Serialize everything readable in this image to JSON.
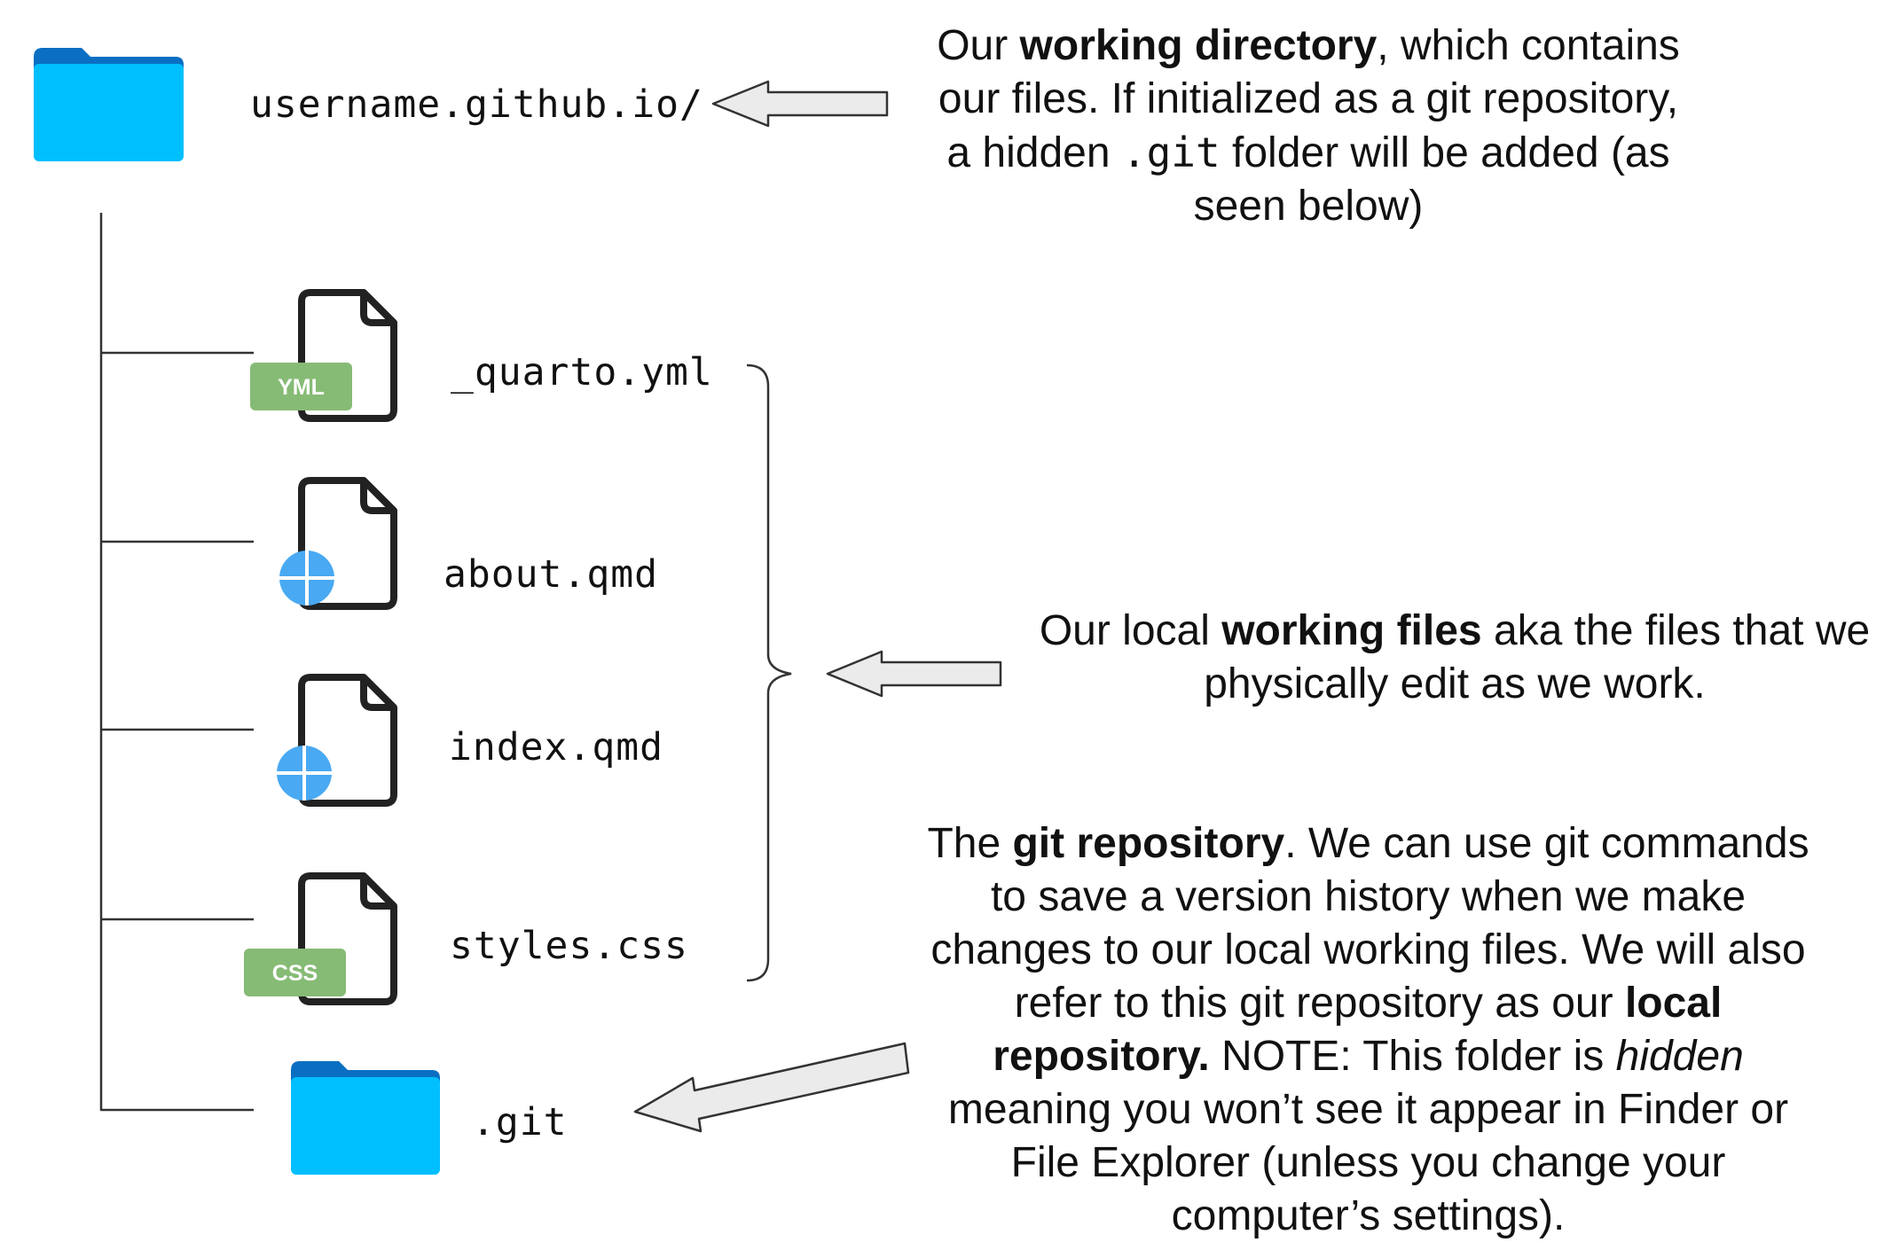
{
  "colors": {
    "folder_body": "#00BFFF",
    "folder_tab": "#0A6FC2",
    "badge": "#86BB75",
    "web_icon": "#49A9F2",
    "outline": "#222222",
    "arrow_fill": "#EBEBEB",
    "arrow_stroke": "#333333",
    "tree_line": "#333333"
  },
  "root_folder": {
    "name": "username.github.io/",
    "icon": "folder-icon"
  },
  "files": [
    {
      "name": "_quarto.yml",
      "badge": "YML",
      "icon": "yml-file-icon"
    },
    {
      "name": "about.qmd",
      "badge": "",
      "icon": "quarto-file-icon"
    },
    {
      "name": "index.qmd",
      "badge": "",
      "icon": "quarto-file-icon"
    },
    {
      "name": "styles.css",
      "badge": "CSS",
      "icon": "css-file-icon"
    }
  ],
  "git_folder": {
    "name": ".git",
    "icon": "folder-icon"
  },
  "notes": {
    "working_directory": {
      "t1": "Our ",
      "b1": "working directory",
      "t2": ", which contains our files. If initialized as a git repository, a hidden ",
      "code": ".git",
      "t3": " folder will be added (as seen below)"
    },
    "working_files": {
      "t1": "Our local ",
      "b1": "working files",
      "t2": " aka the files that we physically edit as we work."
    },
    "git_repo": {
      "t1": "The ",
      "b1": "git repository",
      "t2": ". We can use git commands to save a version history when we make changes to our local working files. We will also refer to this git repository as our ",
      "b2": "local repository.",
      "t3": " NOTE: This folder is ",
      "i1": "hidden",
      "t4": " meaning you won’t see it appear in Finder or File Explorer (unless you change your computer’s settings)."
    }
  }
}
